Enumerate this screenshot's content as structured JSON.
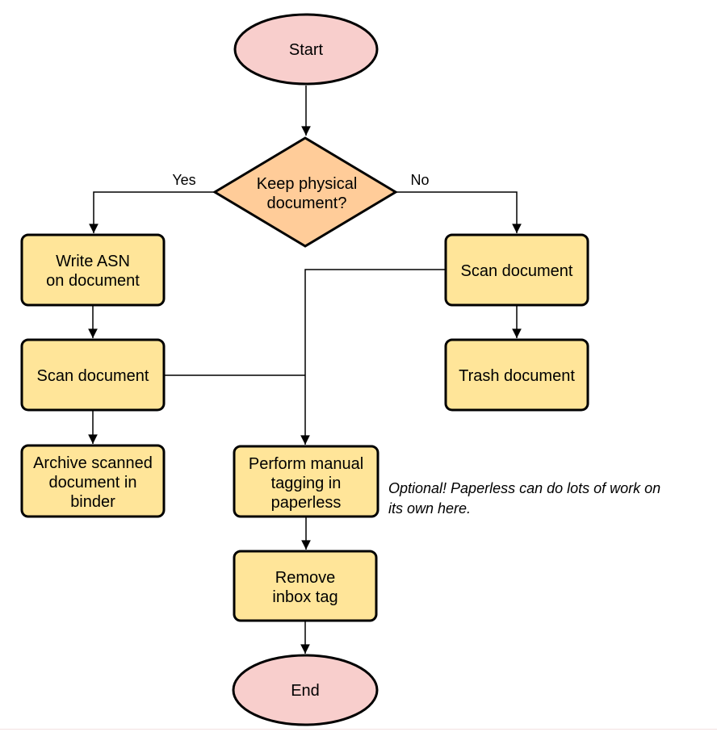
{
  "palette": {
    "terminator_fill": "#f8cecc",
    "decision_fill": "#ffcc99",
    "process_fill": "#ffe599",
    "stroke": "#000000",
    "divider_color": "#f3e1e1"
  },
  "nodes": {
    "start": {
      "shape": "ellipse",
      "label": "Start"
    },
    "decision": {
      "shape": "diamond",
      "lines": [
        "Keep physical",
        "document?"
      ]
    },
    "write_asn": {
      "shape": "rect",
      "lines": [
        "Write ASN",
        "on document"
      ]
    },
    "scan_left": {
      "shape": "rect",
      "label": "Scan document"
    },
    "archive": {
      "shape": "rect",
      "lines": [
        "Archive scanned",
        "document in",
        "binder"
      ]
    },
    "scan_right": {
      "shape": "rect",
      "label": "Scan document"
    },
    "trash": {
      "shape": "rect",
      "label": "Trash document"
    },
    "tagging": {
      "shape": "rect",
      "lines": [
        "Perform manual",
        "tagging in",
        "paperless"
      ]
    },
    "remove_inbox": {
      "shape": "rect",
      "lines": [
        "Remove",
        "inbox tag"
      ]
    },
    "end": {
      "shape": "ellipse",
      "label": "End"
    }
  },
  "edge_labels": {
    "yes": "Yes",
    "no": "No"
  },
  "annotation": {
    "lines": [
      "Optional! Paperless can do lots of work on",
      "its own here."
    ]
  }
}
